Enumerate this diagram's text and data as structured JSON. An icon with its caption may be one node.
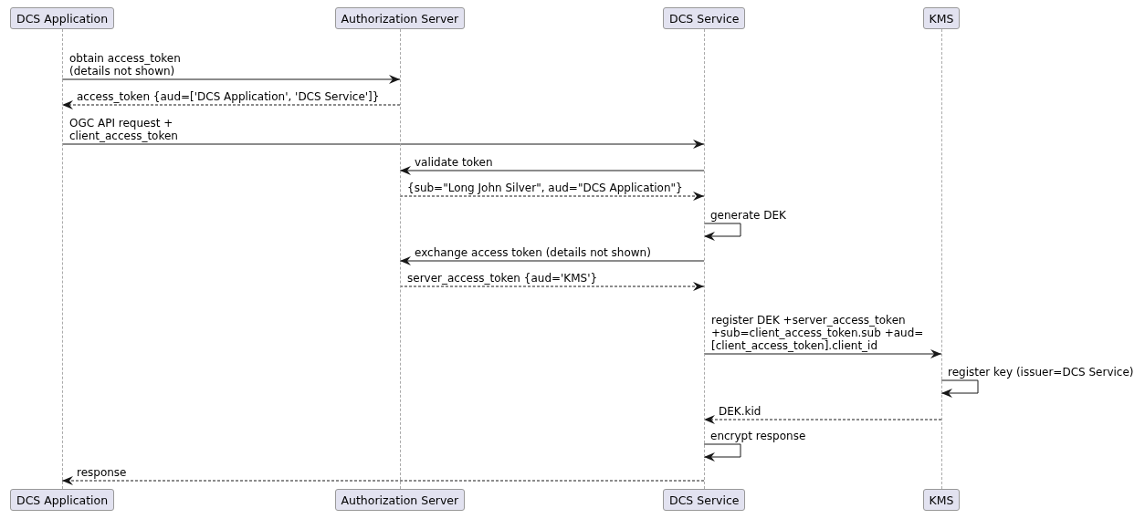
{
  "diagram": {
    "nodes": [
      {
        "text": [
          "DCS Application"
        ]
      },
      {
        "text": [
          "Authorization Server"
        ]
      },
      {
        "text": [
          "DCS Service"
        ]
      },
      {
        "text": [
          "KMS"
        ]
      },
      {
        "text": [],
        "shape": "line"
      },
      {
        "text": [],
        "shape": "line"
      },
      {
        "text": [],
        "shape": "line"
      },
      {
        "text": [],
        "shape": "line"
      },
      {
        "text": [
          "DCS Application"
        ]
      },
      {
        "text": [
          "Authorization Server"
        ]
      },
      {
        "text": [
          "DCS Service"
        ]
      },
      {
        "text": [
          "KMS"
        ]
      }
    ],
    "edges": [
      {
        "from": 4,
        "to": 5,
        "arrow": "to",
        "label": "obtain access_token (details not shown)"
      },
      {
        "from": 5,
        "to": 4,
        "arrow": "to",
        "style": "dashed",
        "label": "access_token {aud=['DCS Application', 'DCS Service']}"
      },
      {
        "from": 4,
        "to": 6,
        "arrow": "to",
        "label": "OGC API request + client_access_token"
      },
      {
        "from": 6,
        "to": 5,
        "arrow": "to",
        "label": "validate token"
      },
      {
        "from": 5,
        "to": 6,
        "arrow": "to",
        "style": "dashed",
        "label": "{sub=\"Long John Silver\", aud=\"DCS Application\"}"
      },
      {
        "from": 6,
        "to": 6,
        "arrow": "to",
        "label": "generate DEK"
      },
      {
        "from": 6,
        "to": 5,
        "arrow": "to",
        "label": "exchange access token (details not shown)"
      },
      {
        "from": 5,
        "to": 6,
        "arrow": "to",
        "style": "dashed",
        "label": "server_access_token {aud='KMS'}"
      },
      {
        "from": 6,
        "to": 7,
        "arrow": "to",
        "label": "register DEK +server_access_token +sub=client_access_token.sub +aud=[client_access_token].client_id"
      },
      {
        "from": 7,
        "to": 7,
        "arrow": "to",
        "label": "register key (issuer=DCS Service)"
      },
      {
        "from": 7,
        "to": 6,
        "arrow": "to",
        "style": "dashed",
        "label": "DEK.kid"
      },
      {
        "from": 6,
        "to": 6,
        "arrow": "to",
        "label": "encrypt response"
      },
      {
        "from": 6,
        "to": 4,
        "arrow": "to",
        "style": "dashed",
        "label": "response"
      }
    ]
  }
}
